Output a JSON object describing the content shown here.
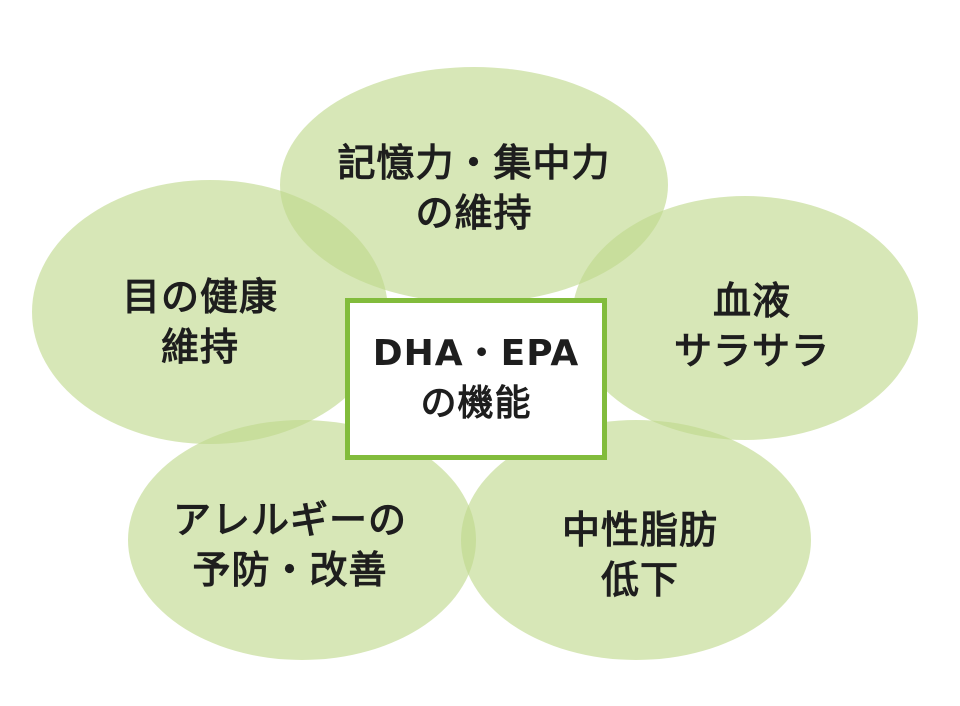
{
  "colors": {
    "petal_fill": "#d5e6ae",
    "center_border": "#82bc3c",
    "text": "#1e1e1e"
  },
  "center": {
    "line1": "DHA・EPA",
    "line2": "の機能"
  },
  "petals": {
    "memory": {
      "line1": "記憶力・集中力",
      "line2": "の維持"
    },
    "blood": {
      "line1": "血液",
      "line2": "サラサラ"
    },
    "fat": {
      "line1": "中性脂肪",
      "line2": "低下"
    },
    "allergy": {
      "line1": "アレルギーの",
      "line2": "予防・改善"
    },
    "eye": {
      "line1": "目の健康",
      "line2": "維持"
    }
  }
}
